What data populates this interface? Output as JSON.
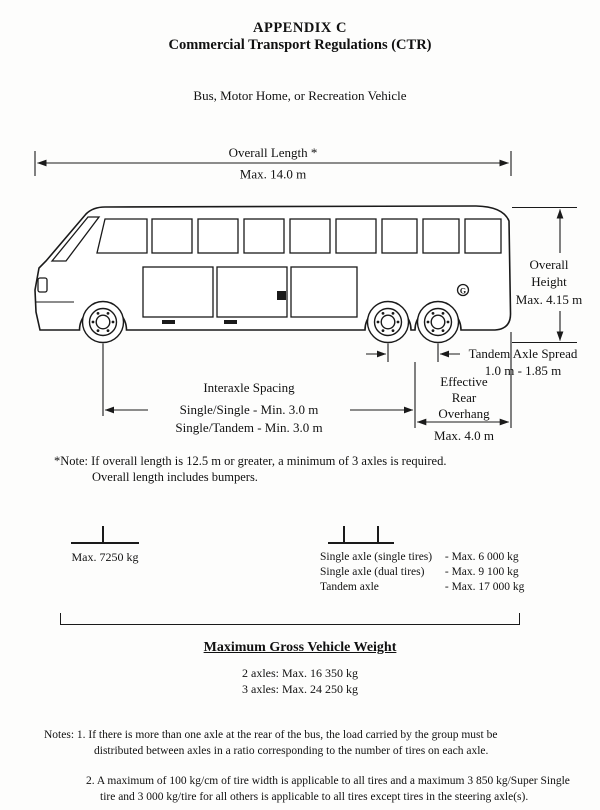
{
  "page": {
    "title1": "APPENDIX C",
    "title2": "Commercial Transport Regulations (CTR)",
    "subtitle": "Bus, Motor Home, or Recreation Vehicle"
  },
  "diagram": {
    "overall_length": {
      "label": "Overall Length *",
      "value": "Max. 14.0 m"
    },
    "overall_height": {
      "line1": "Overall",
      "line2": "Height",
      "value": "Max. 4.15 m"
    },
    "tandem_axle_spread": {
      "label": "Tandem Axle Spread",
      "value": "1.0 m - 1.85 m"
    },
    "interaxle_spacing": {
      "label": "Interaxle Spacing",
      "line1": "Single/Single - Min. 3.0 m",
      "line2": "Single/Tandem - Min. 3.0 m"
    },
    "rear_overhang": {
      "line1": "Effective",
      "line2": "Rear",
      "line3": "Overhang",
      "value": "Max. 4.0 m"
    },
    "fuel_cap_mark": "G",
    "footnote_line1": "*Note: If overall length is 12.5 m or greater, a minimum of 3 axles is required.",
    "footnote_line2": "Overall length includes bumpers."
  },
  "axle_weights": {
    "front_axle": "Max. 7250 kg",
    "rear_limits": [
      {
        "label": "Single axle (single tires)",
        "value": "- Max. 6 000 kg"
      },
      {
        "label": "Single axle (dual tires)",
        "value": "- Max. 9 100 kg"
      },
      {
        "label": "Tandem axle",
        "value": "- Max. 17 000 kg"
      }
    ]
  },
  "gvw": {
    "heading": "Maximum Gross Vehicle Weight",
    "line1": "2 axles: Max. 16 350 kg",
    "line2": "3 axles: Max. 24 250 kg"
  },
  "notes": {
    "n1_line1": "Notes: 1. If there is more than one axle at the rear of the bus, the load carried by the group must be",
    "n1_line2": "distributed between axles in a ratio corresponding to the number of tires on each axle.",
    "n2_line1": "2. A maximum of 100 kg/cm of tire width is applicable to all tires and a maximum 3 850 kg/Super Single",
    "n2_line2": "tire and 3 000 kg/tire for all others is applicable to all tires except tires in the steering axle(s)."
  }
}
